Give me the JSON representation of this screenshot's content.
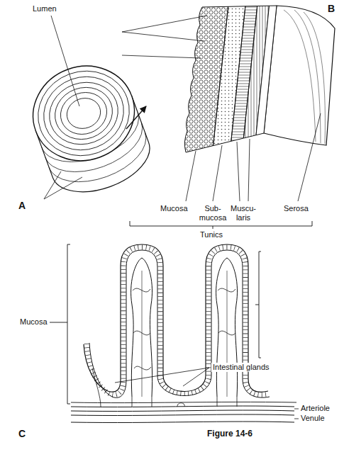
{
  "diagram": {
    "caption": "Figure 14-6",
    "labels": [
      "Lumen",
      "B",
      "A",
      "Mucosa",
      "Sub- mucosa",
      "Muscu- laris",
      "Serosa",
      "Tunics",
      "Mucosa",
      "Intestinal glands",
      "Arteriole",
      "Venule",
      "C"
    ]
  }
}
